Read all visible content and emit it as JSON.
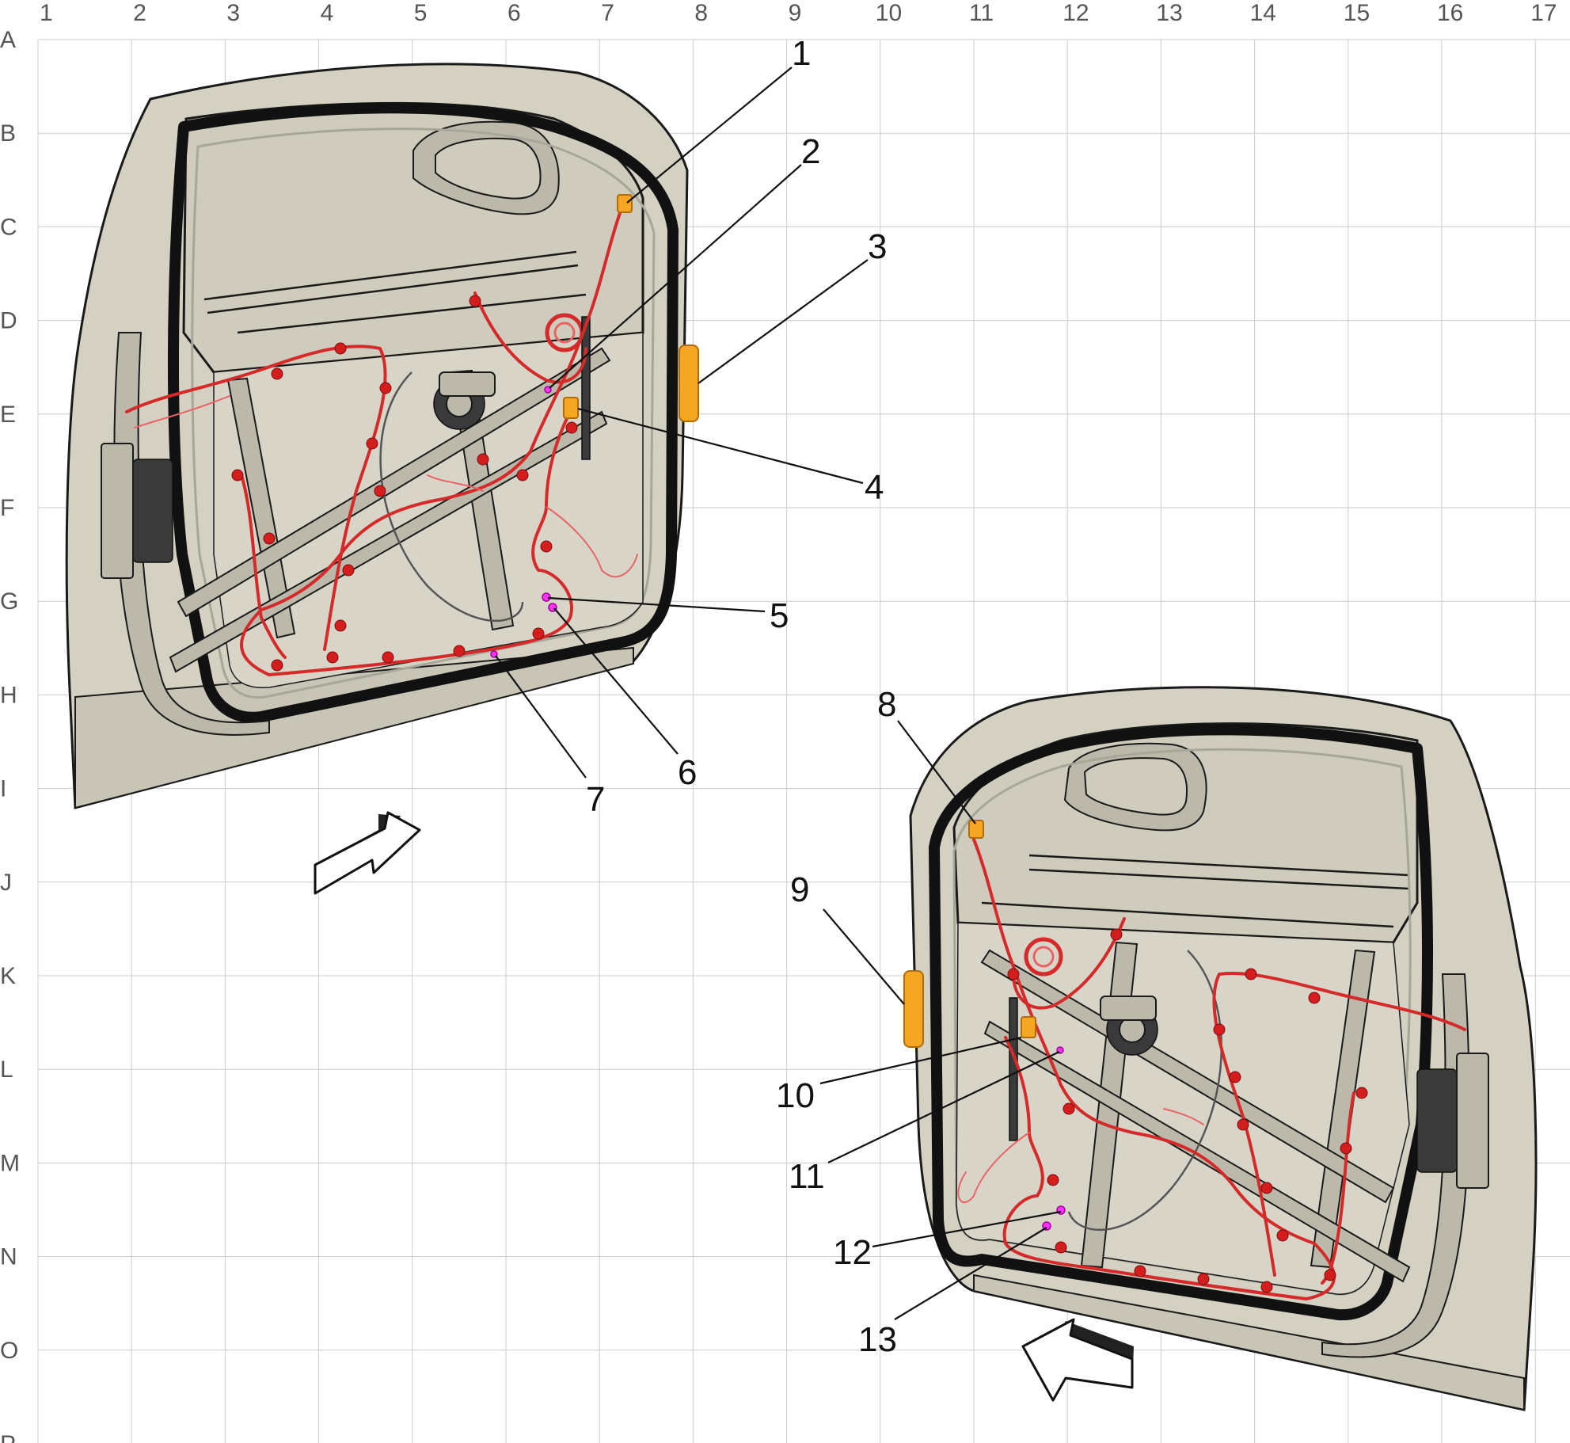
{
  "grid": {
    "columns": [
      "1",
      "2",
      "3",
      "4",
      "5",
      "6",
      "7",
      "8",
      "9",
      "10",
      "11",
      "12",
      "13",
      "14",
      "15",
      "16",
      "17"
    ],
    "rows": [
      "A",
      "B",
      "C",
      "D",
      "E",
      "F",
      "G",
      "H",
      "I",
      "J",
      "K",
      "L",
      "M",
      "N",
      "O",
      "P"
    ]
  },
  "views": [
    {
      "name": "front-door-interior-view-left",
      "callouts": [
        "1",
        "2",
        "3",
        "4",
        "5",
        "6",
        "7"
      ]
    },
    {
      "name": "front-door-interior-view-right",
      "callouts": [
        "8",
        "9",
        "10",
        "11",
        "12",
        "13"
      ]
    }
  ],
  "colors": {
    "panel": "#d4d1c3",
    "harness": "#d42a2a",
    "connector_orange": "#f5a623",
    "connector_pink": "#ff33ff",
    "grid": "#cccccc"
  }
}
